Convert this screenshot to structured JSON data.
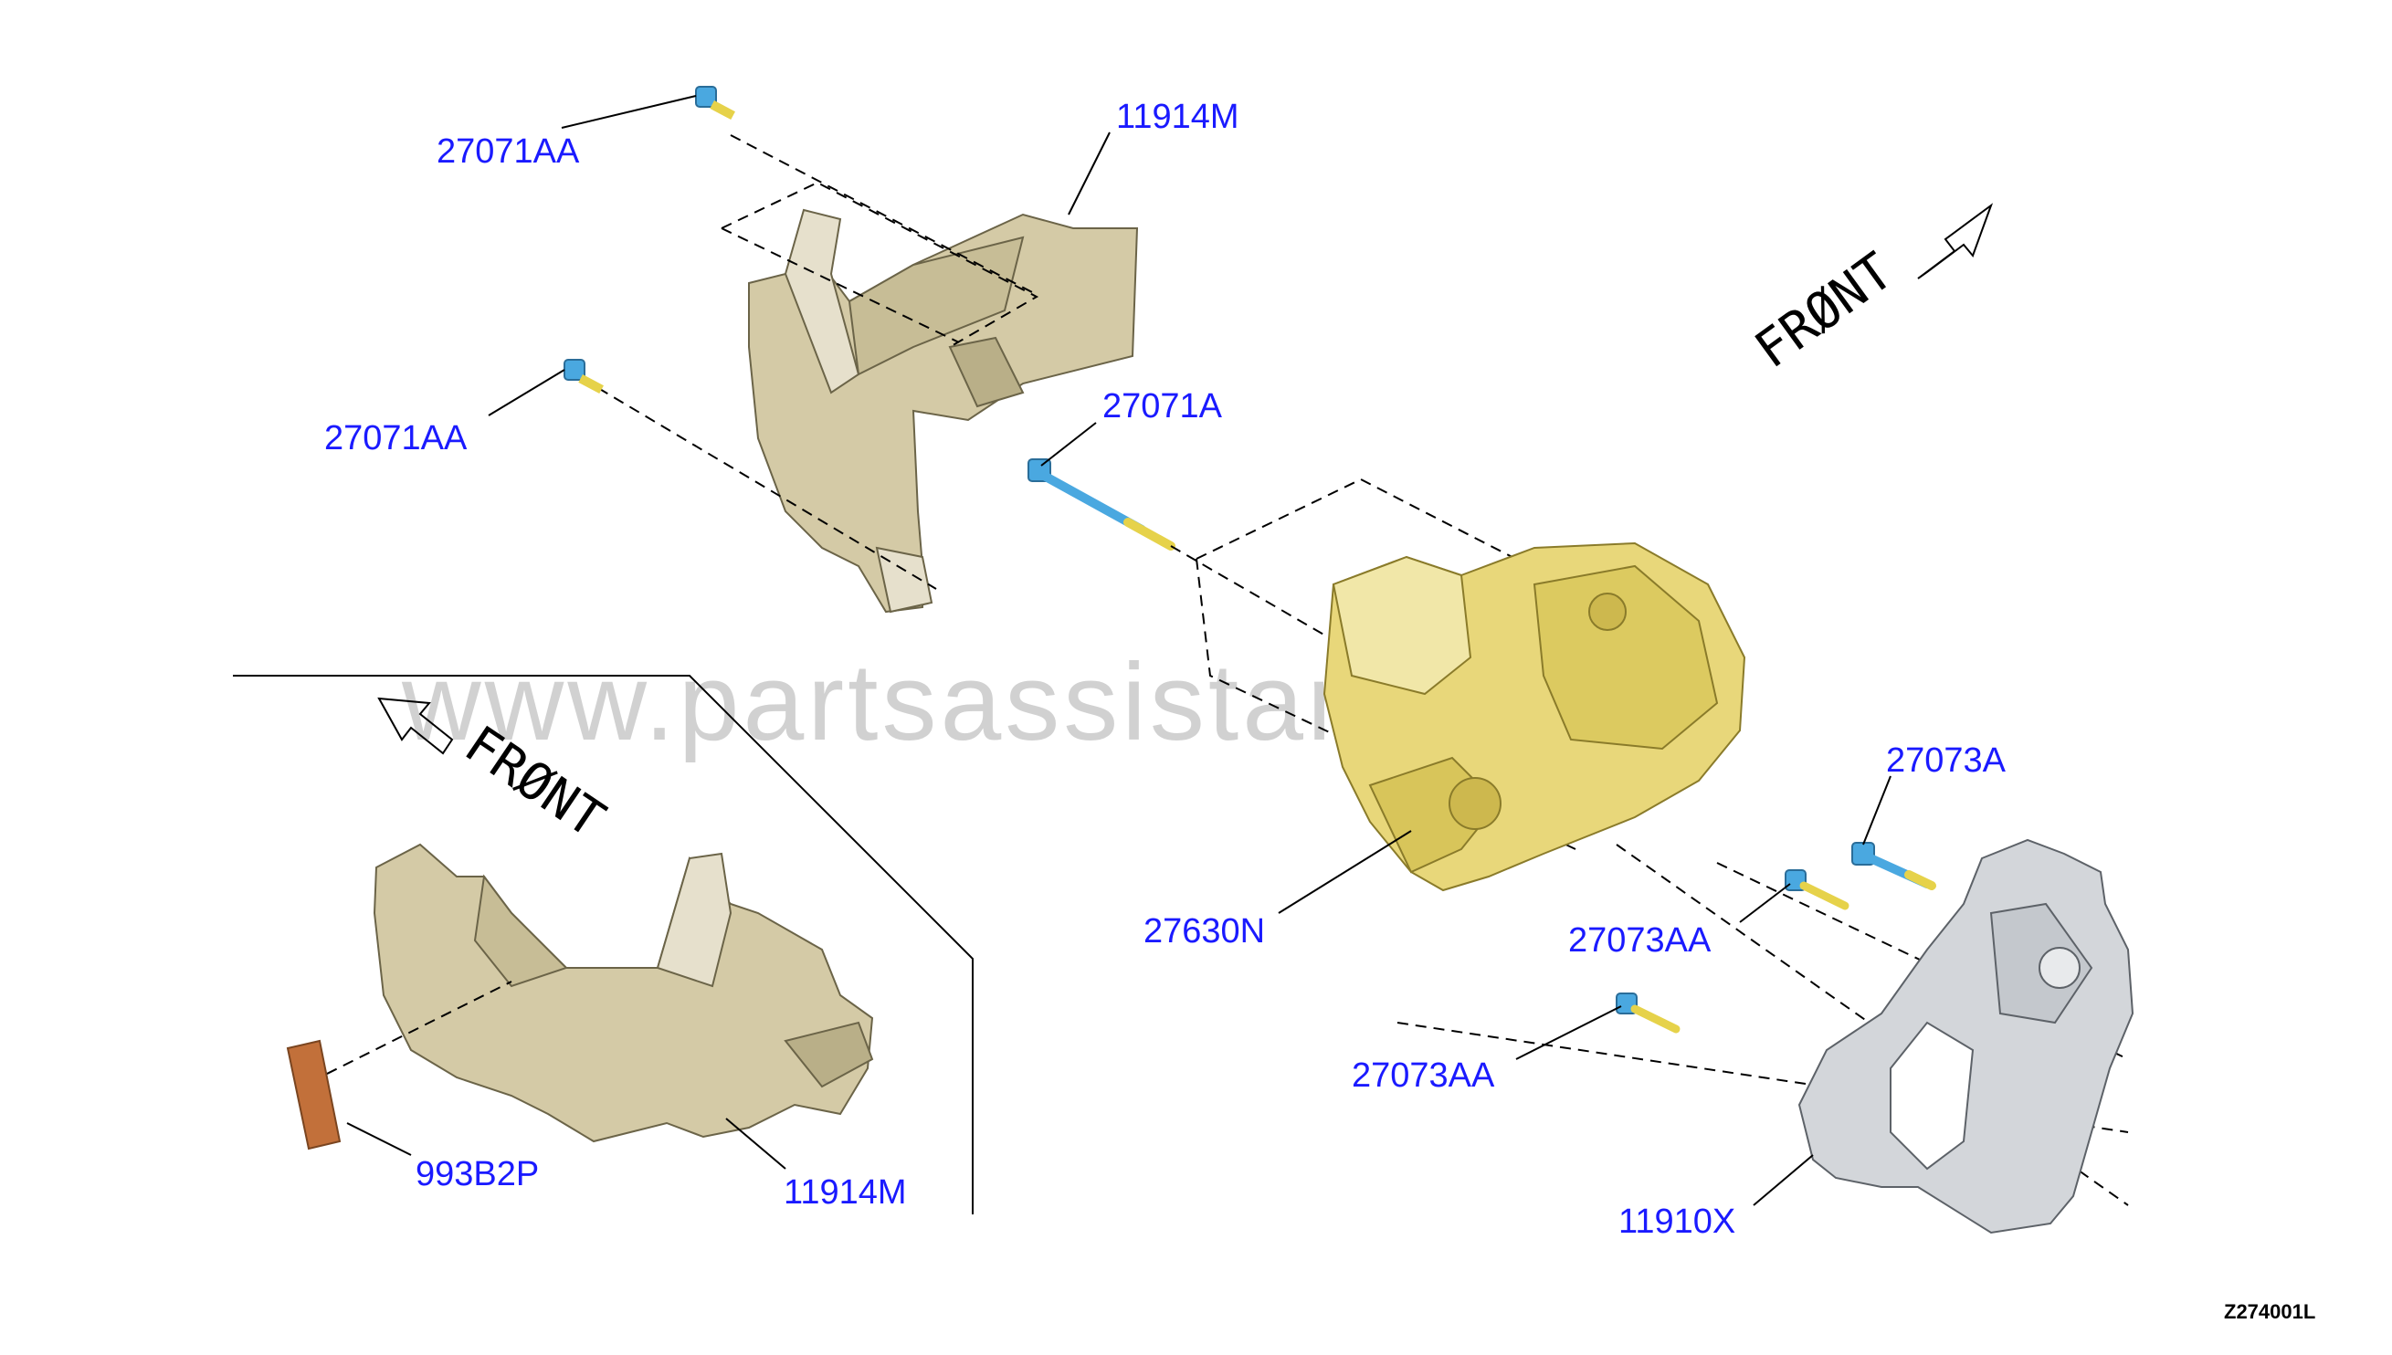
{
  "diagram": {
    "watermark": "www.partsassistant.com",
    "reference_code": "Z274001L",
    "front_label": "FRØNT",
    "colors": {
      "callout": "#1a1aff",
      "bracket": "#d4caa6",
      "compressor": "#e8d77a",
      "mount": "#d3d6da",
      "bolt": "#4aa8e0",
      "label_plate": "#c2703a"
    },
    "callouts": {
      "bolt_top": "27071AA",
      "cover_top": "11914M",
      "bolt_left": "27071AA",
      "bolt_long": "27071A",
      "compressor": "27630N",
      "bolt_mount": "27073A",
      "bolt_mount_aa_1": "27073AA",
      "bolt_mount_aa_2": "27073AA",
      "mount_bracket": "11910X",
      "label_plate": "993B2P",
      "cover_detail": "11914M"
    }
  }
}
